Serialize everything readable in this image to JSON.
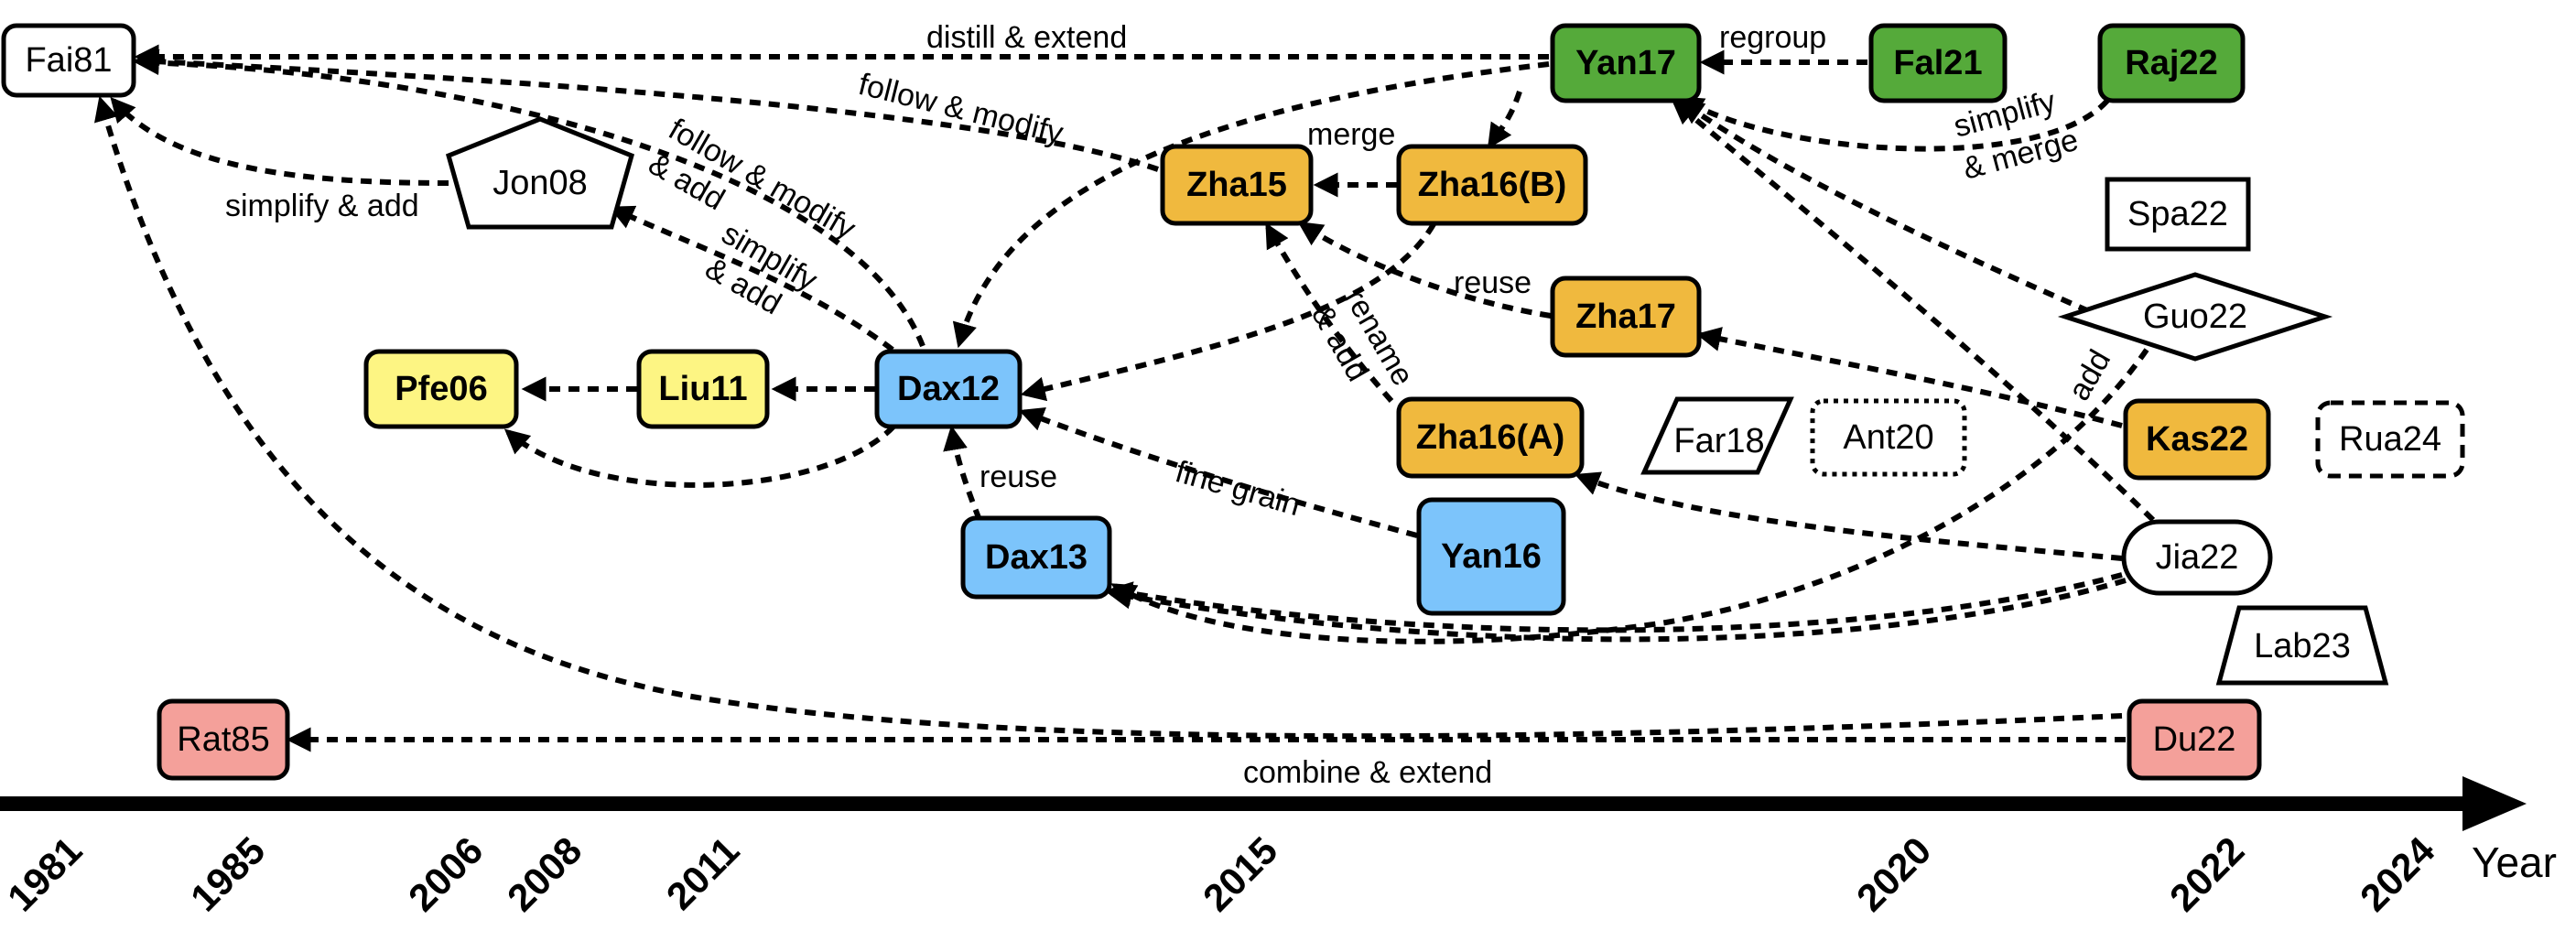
{
  "colors": {
    "green": "#55aa3a",
    "orange": "#f0b93e",
    "yellow": "#fdf583",
    "blue": "#7cc4fb",
    "pink": "#f4a09a",
    "white": "#ffffff",
    "black": "#000000"
  },
  "nodes": {
    "Fai81": "Fai81",
    "Jon08": "Jon08",
    "Pfe06": "Pfe06",
    "Liu11": "Liu11",
    "Dax12": "Dax12",
    "Dax13": "Dax13",
    "Zha15": "Zha15",
    "Zha16B": "Zha16(B)",
    "Zha16A": "Zha16(A)",
    "Zha17": "Zha17",
    "Yan16": "Yan16",
    "Yan17": "Yan17",
    "Fal21": "Fal21",
    "Raj22": "Raj22",
    "Spa22": "Spa22",
    "Guo22": "Guo22",
    "Far18": "Far18",
    "Ant20": "Ant20",
    "Kas22": "Kas22",
    "Rua24": "Rua24",
    "Jia22": "Jia22",
    "Lab23": "Lab23",
    "Rat85": "Rat85",
    "Du22": "Du22"
  },
  "edge_labels": {
    "distill": "distill & extend",
    "regroup": "regroup",
    "follow_modify_top": "follow & modify",
    "follow_modify_1": "follow & modify",
    "follow_modify_2": "& add",
    "merge": "merge",
    "simplify_merge_1": "simplify",
    "simplify_merge_2": "& merge",
    "simplify_add_left": "simplify & add",
    "simplify_add_1": "simplify",
    "simplify_add_2": "& add",
    "reuse_zha17": "reuse",
    "rename_1": "rename",
    "rename_2": "& add",
    "add": "add",
    "reuse_dax13": "reuse",
    "fine_grain": "fine grain",
    "combine": "combine & extend"
  },
  "axis": {
    "years": [
      "1981",
      "1985",
      "2006",
      "2008",
      "2011",
      "2015",
      "2020",
      "2022",
      "2024"
    ],
    "title": "Year"
  }
}
